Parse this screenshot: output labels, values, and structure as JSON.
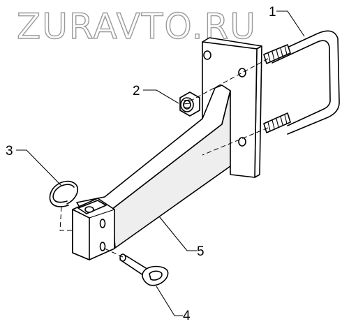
{
  "watermark": "ZURAVTO.RU",
  "callouts": [
    {
      "id": "1",
      "label": "1"
    },
    {
      "id": "2",
      "label": "2"
    },
    {
      "id": "3",
      "label": "3"
    },
    {
      "id": "4",
      "label": "4"
    },
    {
      "id": "5",
      "label": "5"
    }
  ],
  "icons": [
    "u-bolt-icon",
    "nut-icon",
    "snap-ring-icon",
    "pin-icon",
    "bracket-icon"
  ]
}
